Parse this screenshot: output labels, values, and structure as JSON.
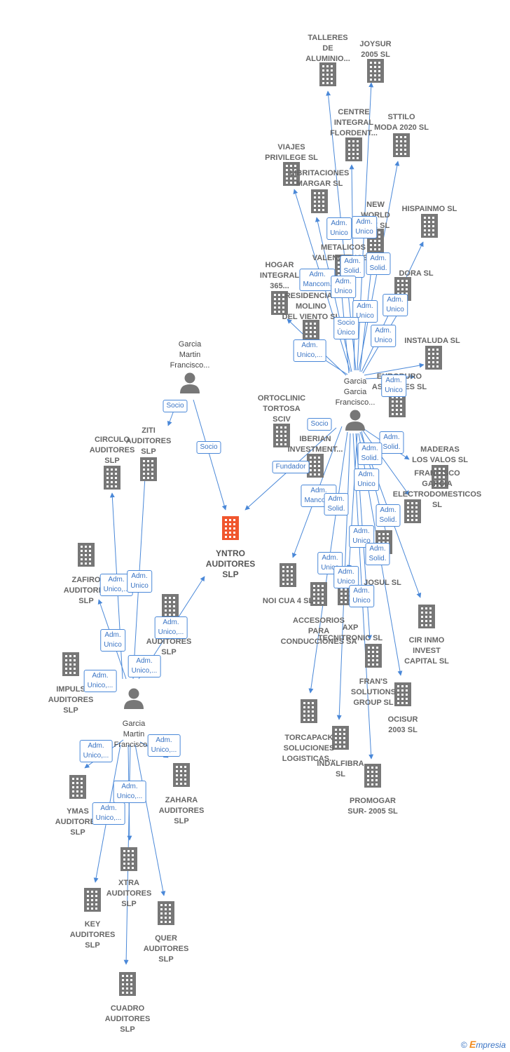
{
  "nodes": {
    "n_talleres": {
      "label": "TALLERES\nDE\nALUMINIO...",
      "type": "company"
    },
    "n_joysur": {
      "label": "JOYSUR\n2005  SL",
      "type": "company"
    },
    "n_centre": {
      "label": "CENTRE\nINTEGRAL\nFLORDENT...",
      "type": "company"
    },
    "n_sttilo": {
      "label": "STTILO\nMODA 2020  SL",
      "type": "company"
    },
    "n_viajes": {
      "label": "VIAJES\nPRIVILEGE SL",
      "type": "company"
    },
    "n_libritaciones": {
      "label": "LIBRITACIONES\nMARGAR SL",
      "type": "company"
    },
    "n_newworld": {
      "label": "NEW\nWORLD\nACE SL",
      "type": "company"
    },
    "n_hispainmo": {
      "label": "HISPAINMO  SL",
      "type": "company"
    },
    "n_metalicos": {
      "label": "METALICOS\nVALENCIANOS...",
      "type": "company"
    },
    "n_hogar": {
      "label": "HOGAR\nINTEGRAL\n365...",
      "type": "company"
    },
    "n_dora": {
      "label": "DORA SL",
      "type": "company"
    },
    "n_molino": {
      "label": "RESIDENCIAL\nMOLINO\nDEL VIENTO SL",
      "type": "company"
    },
    "n_instaluda": {
      "label": "INSTALUDA SL",
      "type": "company"
    },
    "n_euroburo": {
      "label": "EUROBURO\nASESORES SL",
      "type": "company"
    },
    "n_ortoclinic": {
      "label": "ORTOCLINIC\nTORTOSA\nSCIV",
      "type": "company"
    },
    "n_iberian": {
      "label": "IBERIAN\nINVESTMENT...",
      "type": "company"
    },
    "n_maderas": {
      "label": "MADERAS\nLOS VALOS SL",
      "type": "company"
    },
    "n_francisco_garcia": {
      "label": "FRANCISCO\nGARCIA\nELECTRODOMESTICOS SL",
      "type": "company"
    },
    "n_circulo": {
      "label": "CIRCULO\nAUDITORES\nSLP",
      "type": "company"
    },
    "n_ziti": {
      "label": "ZITI\nAUDITORES\nSLP",
      "type": "company"
    },
    "n_yntro": {
      "label": "YNTRO\nAUDITORES\nSLP",
      "type": "main"
    },
    "n_zafiro": {
      "label": "ZAFIRO\nAUDITORES\nSLP",
      "type": "company"
    },
    "n_aud": {
      "label": "AUDITORES\nSLP",
      "type": "company"
    },
    "n_noicua": {
      "label": "NOI CUA 4  SL",
      "type": "company"
    },
    "n_josul": {
      "label": "JOSUL SL",
      "type": "company"
    },
    "n_accesorios": {
      "label": "ACCESORIOS\nPARA\nCONDUCCIONES SA",
      "type": "company"
    },
    "n_axp": {
      "label": "AXP\nTECNITRONIC SL",
      "type": "company"
    },
    "n_cirinmo": {
      "label": "CIR INMO\nINVEST\nCAPITAL  SL",
      "type": "company"
    },
    "n_impuls": {
      "label": "IMPULS\nAUDITORES\nSLP",
      "type": "company"
    },
    "n_frans": {
      "label": "FRAN'S\nSOLUTIONS\nGROUP SL",
      "type": "company"
    },
    "n_ocisur": {
      "label": "OCISUR\n2003  SL",
      "type": "company"
    },
    "n_torcapack": {
      "label": "TORCAPACK\nSOLUCIONES\nLOGISTICAS...",
      "type": "company"
    },
    "n_indalfibra": {
      "label": "INDALFIBRA\nSL",
      "type": "company"
    },
    "n_promogar": {
      "label": "PROMOGAR\nSUR- 2005  SL",
      "type": "company"
    },
    "n_zahara": {
      "label": "ZAHARA\nAUDITORES\nSLP",
      "type": "company"
    },
    "n_ymas": {
      "label": "YMAS\nAUDITORES\nSLP",
      "type": "company"
    },
    "n_xtra": {
      "label": "XTRA\nAUDITORES\nSLP",
      "type": "company"
    },
    "n_key": {
      "label": "KEY\nAUDITORES\nSLP",
      "type": "company"
    },
    "n_quer": {
      "label": "QUER\nAUDITORES\nSLP",
      "type": "company"
    },
    "n_cuadro": {
      "label": "CUADRO\nAUDITORES\nSLP",
      "type": "company"
    },
    "p_gmf_top": {
      "label": "Garcia\nMartin\nFrancisco...",
      "type": "person"
    },
    "p_ggf": {
      "label": "Garcia\nGarcia\nFrancisco...",
      "type": "person"
    },
    "p_gmf_bottom": {
      "label": "Garcia\nMartin\nFrancisco...",
      "type": "person"
    }
  },
  "edge_labels": [
    {
      "text": "Socio",
      "name": "socio-tag-1"
    },
    {
      "text": "Socio",
      "name": "socio-tag-2"
    },
    {
      "text": "Fundador",
      "name": "fundador-tag"
    },
    {
      "text": "Socio",
      "name": "socio-tag-3"
    },
    {
      "text": "Adm.\nUnico",
      "name": "adm-unico-tag-1"
    },
    {
      "text": "Adm.\nUnico",
      "name": "adm-unico-tag-2"
    },
    {
      "text": "Adm.\nSolid.",
      "name": "adm-solid-tag-1"
    },
    {
      "text": "Adm.\nSolid.",
      "name": "adm-solid-tag-2"
    },
    {
      "text": "Adm.\nMancom.",
      "name": "adm-mancom-tag-1"
    },
    {
      "text": "Adm.\nUnico",
      "name": "adm-unico-tag-3"
    },
    {
      "text": "Adm.\nUnico",
      "name": "adm-unico-tag-4"
    },
    {
      "text": "Socio\nÚnico",
      "name": "socio-unico-tag"
    },
    {
      "text": "Adm.\nUnico",
      "name": "adm-unico-tag-5"
    },
    {
      "text": "Adm.\nUnico,...",
      "name": "adm-unico-multi-tag-1"
    },
    {
      "text": "Adm.\nUnico",
      "name": "adm-unico-tag-6"
    },
    {
      "text": "Adm.\nSolid.",
      "name": "adm-solid-tag-3"
    },
    {
      "text": "Adm.\nSolid.",
      "name": "adm-solid-tag-4"
    },
    {
      "text": "Adm.\nUnico",
      "name": "adm-unico-tag-7"
    },
    {
      "text": "Adm.\nMancom.",
      "name": "adm-mancom-tag-2"
    },
    {
      "text": "Adm.\nSolid.",
      "name": "adm-solid-tag-5"
    },
    {
      "text": "Adm.\nUnico",
      "name": "adm-unico-tag-8"
    },
    {
      "text": "Adm.\nSolid.",
      "name": "adm-solid-tag-6"
    },
    {
      "text": "Adm.\nUnico",
      "name": "adm-unico-tag-9"
    },
    {
      "text": "Adm.\nSolid.",
      "name": "adm-solid-tag-7"
    },
    {
      "text": "Adm.\nUnico",
      "name": "adm-unico-tag-10"
    },
    {
      "text": "Adm.\nUnico",
      "name": "adm-unico-tag-11"
    },
    {
      "text": "Adm.\nUnico",
      "name": "adm-unico-tag-12"
    },
    {
      "text": "Adm.\nUnico,...",
      "name": "adm-unico-multi-tag-2"
    },
    {
      "text": "Adm.\nUnico",
      "name": "adm-unico-tag-13"
    },
    {
      "text": "Adm.\nUnico",
      "name": "adm-unico-tag-14"
    },
    {
      "text": "Adm.\nUnico,...",
      "name": "adm-unico-multi-tag-3"
    },
    {
      "text": "Adm.\nUnico,...",
      "name": "adm-unico-multi-tag-4"
    },
    {
      "text": "Adm.\nUnico,...",
      "name": "adm-unico-multi-tag-5"
    },
    {
      "text": "Adm.\nUnico,...",
      "name": "adm-unico-multi-tag-6"
    },
    {
      "text": "Adm.\nUnico,...",
      "name": "adm-unico-multi-tag-7"
    },
    {
      "text": "Adm.\nUnico,...",
      "name": "adm-unico-multi-tag-8"
    },
    {
      "text": "Adm.\nUnico,...",
      "name": "adm-unico-multi-tag-9"
    }
  ],
  "footer": {
    "copyright": "©",
    "brand_first": "E",
    "brand_rest": "mpresia"
  },
  "colors": {
    "edge": "#4a88d8",
    "company_icon": "#777777",
    "main_icon": "#f0562e",
    "person_icon": "#777777"
  }
}
